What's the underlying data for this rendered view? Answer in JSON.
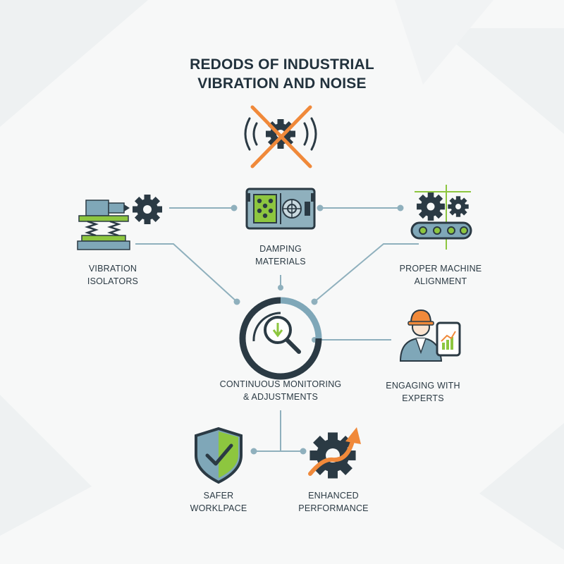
{
  "title": {
    "line1": "REDODS OF INDUSTRIAL",
    "line2": "VIBRATION AND NOISE"
  },
  "nodes": {
    "isolators": {
      "line1": "VIBRATION",
      "line2": "ISOLATORS"
    },
    "damping": {
      "line1": "DAMPING",
      "line2": "MATERIALS"
    },
    "alignment": {
      "line1": "PROPER MACHINE",
      "line2": "ALIGNMENT"
    },
    "monitoring": {
      "line1": "CONTINUOUS MONITORING",
      "line2": "& ADJUSTMENTS"
    },
    "experts": {
      "line1": "ENGAGING WITH",
      "line2": "EXPERTS"
    },
    "safer": {
      "line1": "SAFER",
      "line2": "WORKLPACE"
    },
    "performance": {
      "line1": "ENHANCED",
      "line2": "PERFORMANCE"
    }
  },
  "icons": [
    "noise-gear-crossed-icon",
    "vibration-isolator-icon",
    "damping-panel-icon",
    "machine-alignment-icon",
    "monitoring-gauge-icon",
    "expert-with-tablet-icon",
    "shield-check-icon",
    "performance-gear-arrow-icon"
  ],
  "colors": {
    "dark": "#2b3a44",
    "steel": "#7fa7b8",
    "green": "#8dc63f",
    "orange": "#f0893a",
    "connector": "#8fb0bd"
  }
}
